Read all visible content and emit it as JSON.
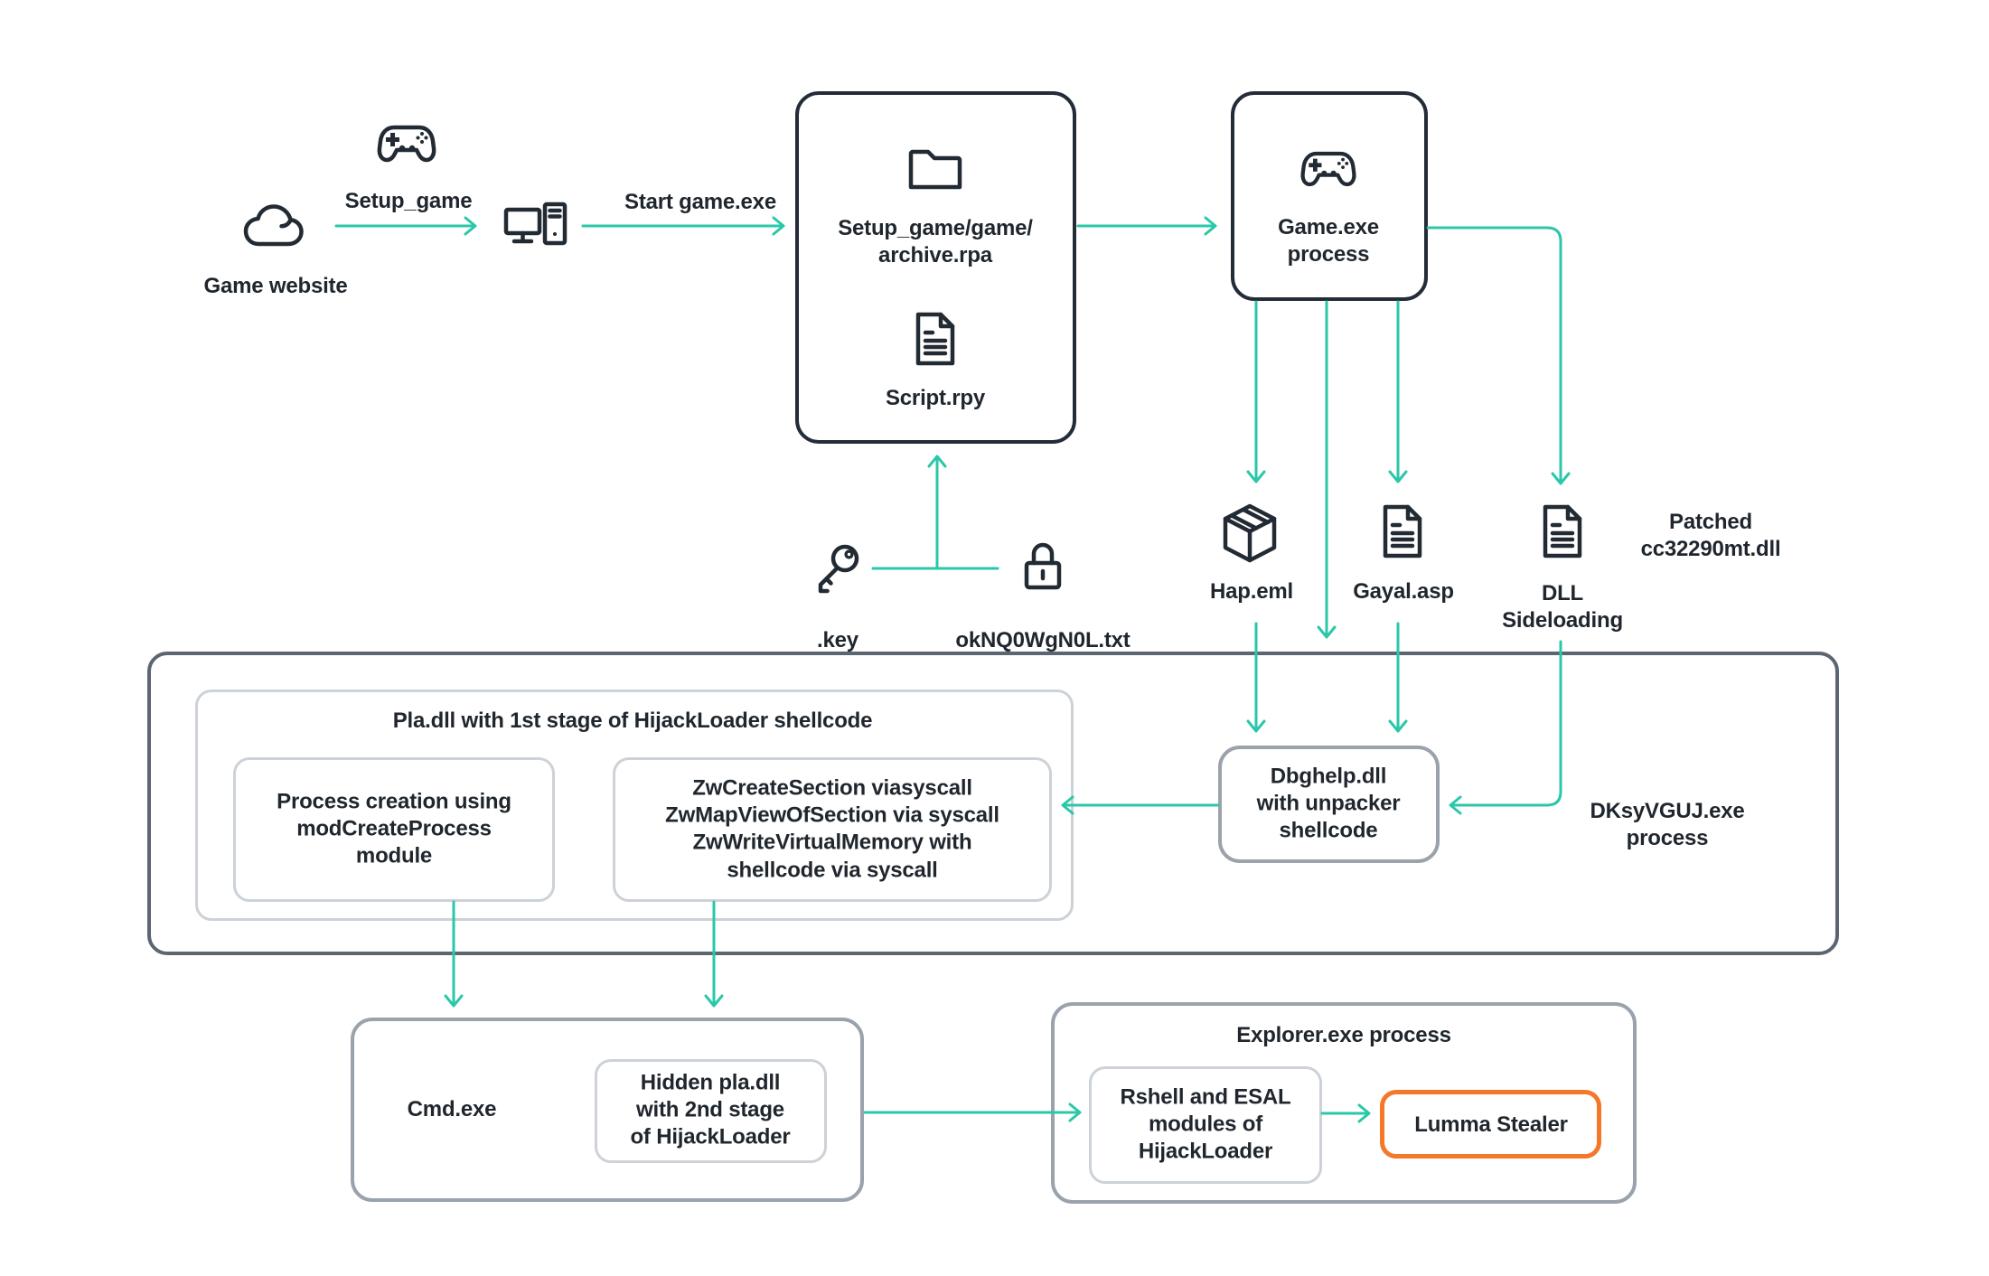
{
  "title": "Lumma Stealer infection chain diagram",
  "colors": {
    "arrow_teal": "#2bc7a9",
    "accent_orange": "#f4772a",
    "dark_border": "#232c37",
    "process_border": "#9aa2ab",
    "panel_border": "#ccd2d7",
    "outer_border": "#5c6670",
    "text": "#1f262d"
  },
  "nodes": {
    "game_website": {
      "label": "Game website",
      "icon": "cloud-icon"
    },
    "setup_game_edge": {
      "label": "Setup_game",
      "icon": "gamepad-icon"
    },
    "computer": {
      "icon": "computer-icon"
    },
    "start_game_edge": {
      "label": "Start game.exe"
    },
    "archive_box": {
      "folder_label": "Setup_game/game/\narchive.rpa",
      "script_label": "Script.rpy",
      "icons": [
        "folder-icon",
        "file-icon"
      ]
    },
    "game_process": {
      "label": "Game.exe\nprocess",
      "icon": "gamepad-icon"
    },
    "key": {
      "label": ".key",
      "icon": "key-icon"
    },
    "lock": {
      "label": "okNQ0WgN0L.txt",
      "icon": "lock-icon"
    },
    "hap": {
      "label": "Hap.eml",
      "icon": "package-icon"
    },
    "gayal": {
      "label": "Gayal.asp",
      "icon": "file-icon"
    },
    "dll_sideloading": {
      "label": "DLL\nSideloading",
      "icon": "file-icon"
    },
    "patched_note": {
      "label": "Patched\ncc32290mt.dll"
    },
    "pla_stage1": {
      "title": "Pla.dll with 1st stage of HijackLoader shellcode"
    },
    "process_creation": {
      "label": "Process creation using\nmodCreateProcess\nmodule"
    },
    "zw_calls": {
      "label": "ZwCreateSection viasyscall\nZwMapViewOfSection via syscall\nZwWriteVirtualMemory with\nshellcode via syscall"
    },
    "dbghelp": {
      "label": "Dbghelp.dll\nwith unpacker\nshellcode"
    },
    "dksyvguj_note": {
      "label": "DKsyVGUJ.exe\nprocess"
    },
    "cmd": {
      "label": "Cmd.exe"
    },
    "hidden_pla": {
      "label": "Hidden pla.dll\nwith 2nd stage\nof HijackLoader"
    },
    "explorer": {
      "title": "Explorer.exe process"
    },
    "rshell": {
      "label": "Rshell and ESAL\nmodules of\nHijackLoader"
    },
    "lumma": {
      "label": "Lumma Stealer"
    }
  }
}
